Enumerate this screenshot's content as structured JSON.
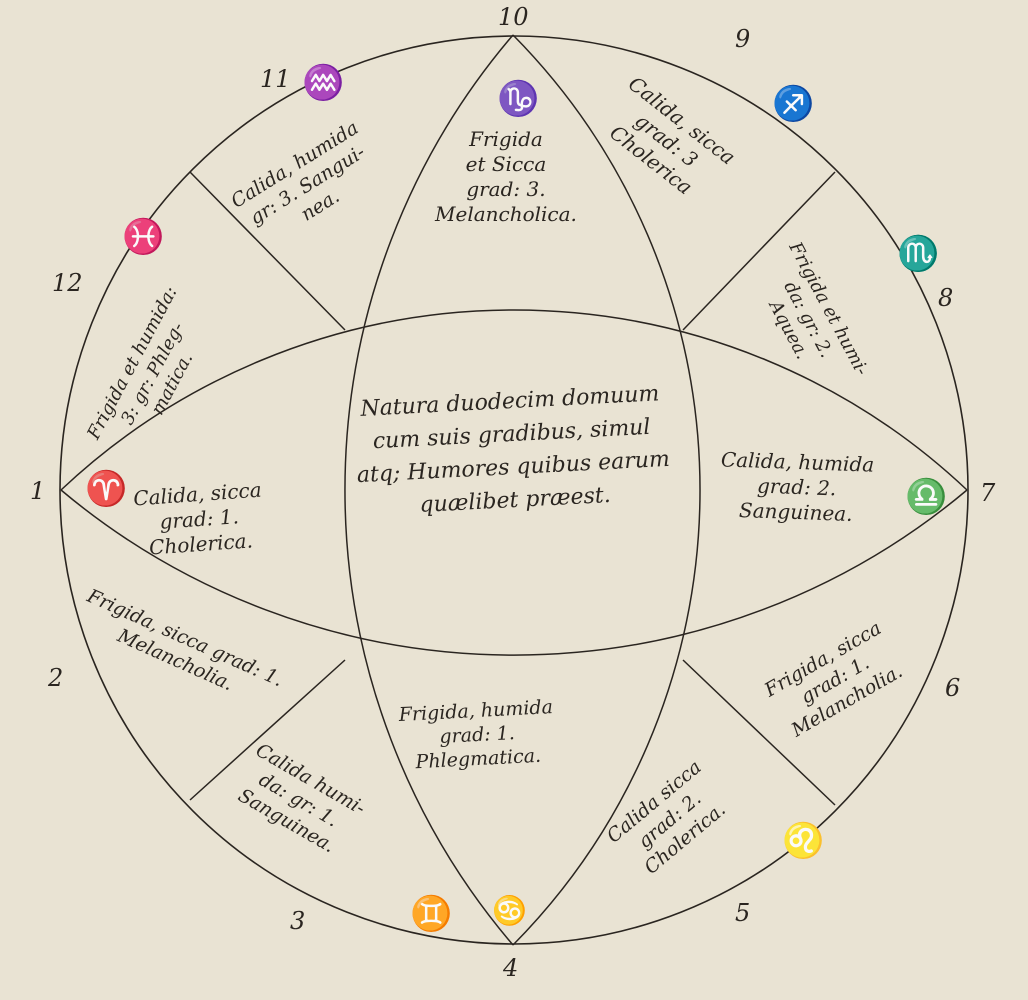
{
  "title": "Natura duodecim domuum cum suis gradibus, simul atque Humores quibus earum quaelibet praeest.",
  "center_text": [
    "Natura duodecim domuum",
    "cum suis gradibus, simul",
    "atq; Humores quibus earum",
    "quælibet præest."
  ],
  "house_numbers": [
    "1",
    "2",
    "3",
    "4",
    "5",
    "6",
    "7",
    "8",
    "9",
    "10",
    "11",
    "12"
  ],
  "houses": {
    "h1": {
      "text": "Calida, sicca\ngrad: 1.\nCholerica.",
      "sign": "♈"
    },
    "h2": {
      "text": "Frigida, sicca grad: 1.\nMelancholia."
    },
    "h3": {
      "text": "Calida humi-\nda: gr: 1.\nSanguinea.",
      "sign": "♊"
    },
    "h4": {
      "text": "Frigida, humida\ngrad: 1.\nPhlegmatica.",
      "sign": "♋"
    },
    "h5": {
      "text": "Calida sicca\ngrad: 2.\nCholerica.",
      "sign": "♌"
    },
    "h6": {
      "text": "Frigida, sicca\ngrad: 1.\nMelancholia."
    },
    "h7": {
      "text": "Calida, humida\ngrad: 2.\nSanguinea.",
      "sign": "♎"
    },
    "h8": {
      "text": "Frigida et humi-\nda: gr: 2.\nAquea.",
      "sign": "♏"
    },
    "h9": {
      "text": "Calida, sicca\ngrad: 3\nCholerica",
      "sign": "♐"
    },
    "h10": {
      "text": "Frigida\net Sicca\ngrad: 3.\nMelancholica.",
      "sign": "♑"
    },
    "h11": {
      "text": "Calida, humida\ngr: 3. Sangui-\nnea.",
      "sign": "♒"
    },
    "h12": {
      "text": "Frigida et humida:\n3: gr: Phleg-\nmatica.",
      "sign": "♓"
    }
  },
  "colors": {
    "paper": "#e9e3d3",
    "ink": "#2a2520"
  }
}
